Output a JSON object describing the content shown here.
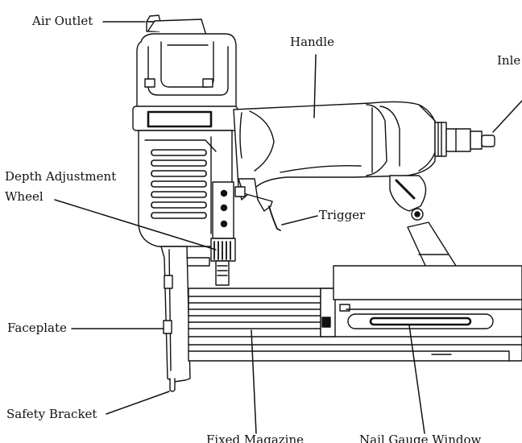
{
  "diagram": {
    "labels": {
      "air_outlet": "Air Outlet",
      "handle": "Handle",
      "inlet": "Inle",
      "depth_adjustment_line1": "Depth Adjustment",
      "depth_adjustment_line2": "Wheel",
      "trigger": "Trigger",
      "faceplate": "Faceplate",
      "safety_bracket": "Safety Bracket",
      "fixed_magazine": "Fixed Magazine",
      "nail_gauge_window": "Nail Gauge Window"
    }
  },
  "colors": {
    "line": "#111111",
    "text": "#111111",
    "background": "#ffffff"
  }
}
